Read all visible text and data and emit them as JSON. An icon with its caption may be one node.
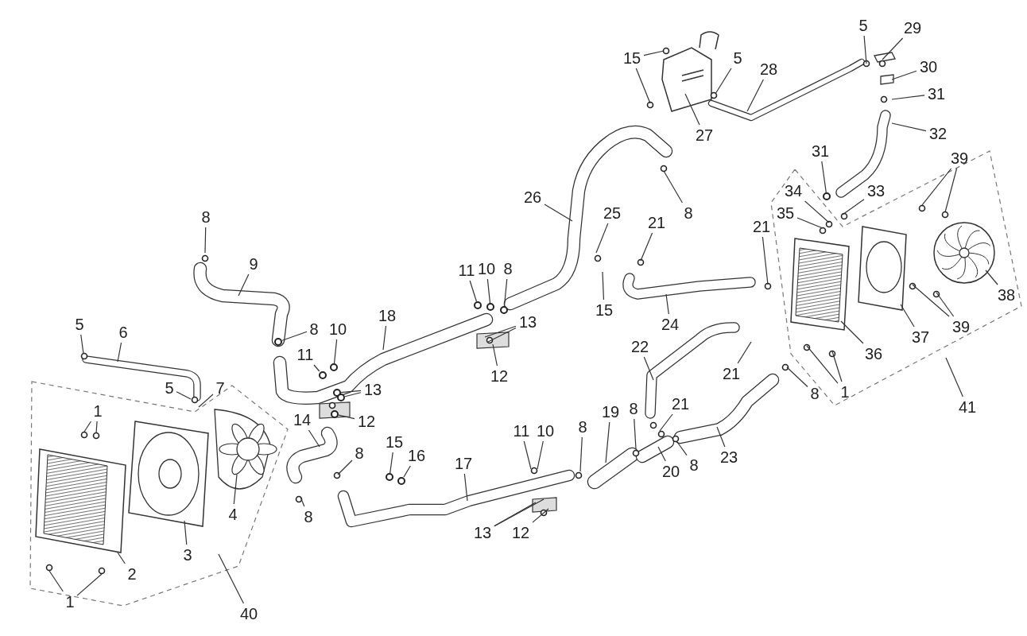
{
  "diagram": {
    "nodes": [
      {
        "text": [
          "1"
        ]
      },
      {
        "text": [
          "1"
        ]
      },
      {
        "text": [
          "2"
        ]
      },
      {
        "text": [
          "3"
        ]
      },
      {
        "text": [
          "4"
        ]
      },
      {
        "text": [
          "40"
        ]
      },
      {
        "text": [
          "5"
        ]
      },
      {
        "text": [
          "6"
        ]
      },
      {
        "text": [
          "5"
        ]
      },
      {
        "text": [
          "7"
        ]
      },
      {
        "text": [
          "8"
        ]
      },
      {
        "text": [
          "9"
        ]
      },
      {
        "text": [
          "8"
        ]
      },
      {
        "text": [
          "10"
        ]
      },
      {
        "text": [
          "11"
        ]
      },
      {
        "text": [
          "18"
        ]
      },
      {
        "text": [
          "13"
        ]
      },
      {
        "text": [
          "12"
        ]
      },
      {
        "text": [
          "14"
        ]
      },
      {
        "text": [
          "8"
        ]
      },
      {
        "text": [
          "8"
        ]
      },
      {
        "text": [
          "15"
        ]
      },
      {
        "text": [
          "16"
        ]
      },
      {
        "text": [
          "17"
        ]
      },
      {
        "text": [
          "13"
        ]
      },
      {
        "text": [
          "12"
        ]
      },
      {
        "text": [
          "11"
        ]
      },
      {
        "text": [
          "10"
        ]
      },
      {
        "text": [
          "8"
        ]
      },
      {
        "text": [
          "19"
        ]
      },
      {
        "text": [
          "8"
        ]
      },
      {
        "text": [
          "21"
        ]
      },
      {
        "text": [
          "20"
        ]
      },
      {
        "text": [
          "8"
        ]
      },
      {
        "text": [
          "23"
        ]
      },
      {
        "text": [
          "22"
        ]
      },
      {
        "text": [
          "21"
        ]
      },
      {
        "text": [
          "8"
        ]
      },
      {
        "text": [
          "1"
        ]
      },
      {
        "text": [
          "41"
        ]
      },
      {
        "text": [
          "36"
        ]
      },
      {
        "text": [
          "37"
        ]
      },
      {
        "text": [
          "39"
        ]
      },
      {
        "text": [
          "38"
        ]
      },
      {
        "text": [
          "39"
        ]
      },
      {
        "text": [
          "33"
        ]
      },
      {
        "text": [
          "31"
        ]
      },
      {
        "text": [
          "34"
        ]
      },
      {
        "text": [
          "35"
        ]
      },
      {
        "text": [
          "21"
        ]
      },
      {
        "text": [
          "32"
        ]
      },
      {
        "text": [
          "31"
        ]
      },
      {
        "text": [
          "30"
        ]
      },
      {
        "text": [
          "29"
        ]
      },
      {
        "text": [
          "5"
        ]
      },
      {
        "text": [
          "28"
        ]
      },
      {
        "text": [
          "5"
        ]
      },
      {
        "text": [
          "27"
        ]
      },
      {
        "text": [
          "15"
        ]
      },
      {
        "text": [
          "26"
        ]
      },
      {
        "text": [
          "8"
        ]
      },
      {
        "text": [
          "25"
        ]
      },
      {
        "text": [
          "15"
        ]
      },
      {
        "text": [
          "21"
        ]
      },
      {
        "text": [
          "24"
        ]
      },
      {
        "text": [
          "11"
        ]
      },
      {
        "text": [
          "10"
        ]
      },
      {
        "text": [
          "8"
        ]
      },
      {
        "text": [
          "13"
        ]
      },
      {
        "text": [
          "12"
        ]
      },
      {
        "text": [],
        "shape": "circle"
      },
      {
        "text": [],
        "shape": "circle"
      },
      {
        "text": [],
        "shape": "circle"
      },
      {
        "text": [],
        "shape": "circle"
      },
      {
        "text": [],
        "shape": "circle"
      },
      {
        "text": [],
        "shape": "circle"
      },
      {
        "text": [],
        "shape": "circle"
      },
      {
        "text": [],
        "shape": "circle"
      },
      {
        "text": [],
        "shape": "circle"
      },
      {
        "text": [],
        "shape": "circle"
      },
      {
        "text": [],
        "shape": "circle"
      },
      {
        "text": [],
        "shape": "circle"
      }
    ],
    "edges": [
      {
        "from": 0,
        "to": null,
        "arrow": "none"
      },
      {
        "from": 0,
        "to": null,
        "arrow": "none"
      },
      {
        "from": 1,
        "to": null,
        "arrow": "none"
      },
      {
        "from": 1,
        "to": null,
        "arrow": "none"
      },
      {
        "from": 2,
        "to": null,
        "arrow": "none"
      },
      {
        "from": 3,
        "to": null,
        "arrow": "none"
      },
      {
        "from": 4,
        "to": null,
        "arrow": "none"
      },
      {
        "from": 5,
        "to": null,
        "arrow": "none"
      },
      {
        "from": 6,
        "to": null,
        "arrow": "none"
      },
      {
        "from": 7,
        "to": null,
        "arrow": "none"
      },
      {
        "from": 8,
        "to": null,
        "arrow": "none"
      },
      {
        "from": 9,
        "to": null,
        "arrow": "none"
      },
      {
        "from": 10,
        "to": null,
        "arrow": "none"
      },
      {
        "from": 11,
        "to": null,
        "arrow": "none"
      },
      {
        "from": 12,
        "to": 70,
        "arrow": "none"
      },
      {
        "from": 13,
        "to": 71,
        "arrow": "none"
      },
      {
        "from": 14,
        "to": 77,
        "arrow": "none"
      },
      {
        "from": 15,
        "to": null,
        "arrow": "none"
      },
      {
        "from": 16,
        "to": 72,
        "arrow": "none"
      },
      {
        "from": 16,
        "to": 73,
        "arrow": "none"
      },
      {
        "from": 17,
        "to": 78,
        "arrow": "none"
      },
      {
        "from": 18,
        "to": null,
        "arrow": "none"
      },
      {
        "from": 19,
        "to": null,
        "arrow": "none"
      },
      {
        "from": 20,
        "to": null,
        "arrow": "none"
      },
      {
        "from": 21,
        "to": 74,
        "arrow": "none"
      },
      {
        "from": 22,
        "to": 79,
        "arrow": "none"
      },
      {
        "from": 23,
        "to": null,
        "arrow": "none"
      },
      {
        "from": 24,
        "to": null,
        "arrow": "none"
      },
      {
        "from": 24,
        "to": null,
        "arrow": "none"
      },
      {
        "from": 25,
        "to": null,
        "arrow": "none"
      },
      {
        "from": 26,
        "to": null,
        "arrow": "none"
      },
      {
        "from": 27,
        "to": null,
        "arrow": "none"
      },
      {
        "from": 28,
        "to": null,
        "arrow": "none"
      },
      {
        "from": 29,
        "to": null,
        "arrow": "none"
      },
      {
        "from": 30,
        "to": null,
        "arrow": "none"
      },
      {
        "from": 31,
        "to": null,
        "arrow": "none"
      },
      {
        "from": 32,
        "to": null,
        "arrow": "none"
      },
      {
        "from": 33,
        "to": null,
        "arrow": "none"
      },
      {
        "from": 34,
        "to": null,
        "arrow": "none"
      },
      {
        "from": 35,
        "to": null,
        "arrow": "none"
      },
      {
        "from": 36,
        "to": null,
        "arrow": "none"
      },
      {
        "from": 37,
        "to": null,
        "arrow": "none"
      },
      {
        "from": 38,
        "to": null,
        "arrow": "none"
      },
      {
        "from": 38,
        "to": null,
        "arrow": "none"
      },
      {
        "from": 39,
        "to": null,
        "arrow": "none"
      },
      {
        "from": 40,
        "to": null,
        "arrow": "none"
      },
      {
        "from": 41,
        "to": null,
        "arrow": "none"
      },
      {
        "from": 42,
        "to": null,
        "arrow": "none"
      },
      {
        "from": 42,
        "to": null,
        "arrow": "none"
      },
      {
        "from": 43,
        "to": null,
        "arrow": "none"
      },
      {
        "from": 44,
        "to": null,
        "arrow": "none"
      },
      {
        "from": 44,
        "to": null,
        "arrow": "none"
      },
      {
        "from": 45,
        "to": null,
        "arrow": "none"
      },
      {
        "from": 46,
        "to": 75,
        "arrow": "none"
      },
      {
        "from": 47,
        "to": null,
        "arrow": "none"
      },
      {
        "from": 48,
        "to": null,
        "arrow": "none"
      },
      {
        "from": 49,
        "to": null,
        "arrow": "none"
      },
      {
        "from": 50,
        "to": null,
        "arrow": "none"
      },
      {
        "from": 51,
        "to": null,
        "arrow": "none"
      },
      {
        "from": 52,
        "to": null,
        "arrow": "none"
      },
      {
        "from": 53,
        "to": null,
        "arrow": "none"
      },
      {
        "from": 54,
        "to": null,
        "arrow": "none"
      },
      {
        "from": 55,
        "to": null,
        "arrow": "none"
      },
      {
        "from": 56,
        "to": null,
        "arrow": "none"
      },
      {
        "from": 57,
        "to": null,
        "arrow": "none"
      },
      {
        "from": 58,
        "to": null,
        "arrow": "none"
      },
      {
        "from": 58,
        "to": null,
        "arrow": "none"
      },
      {
        "from": 59,
        "to": null,
        "arrow": "none"
      },
      {
        "from": 60,
        "to": null,
        "arrow": "none"
      },
      {
        "from": 61,
        "to": null,
        "arrow": "none"
      },
      {
        "from": 62,
        "to": null,
        "arrow": "none"
      },
      {
        "from": 63,
        "to": null,
        "arrow": "none"
      },
      {
        "from": 64,
        "to": null,
        "arrow": "none"
      },
      {
        "from": 65,
        "to": 81,
        "arrow": "none"
      },
      {
        "from": 66,
        "to": 80,
        "arrow": "none"
      },
      {
        "from": 67,
        "to": 76,
        "arrow": "none"
      },
      {
        "from": 68,
        "to": null,
        "arrow": "none"
      },
      {
        "from": 68,
        "to": null,
        "arrow": "none"
      },
      {
        "from": 69,
        "to": null,
        "arrow": "none"
      }
    ]
  }
}
